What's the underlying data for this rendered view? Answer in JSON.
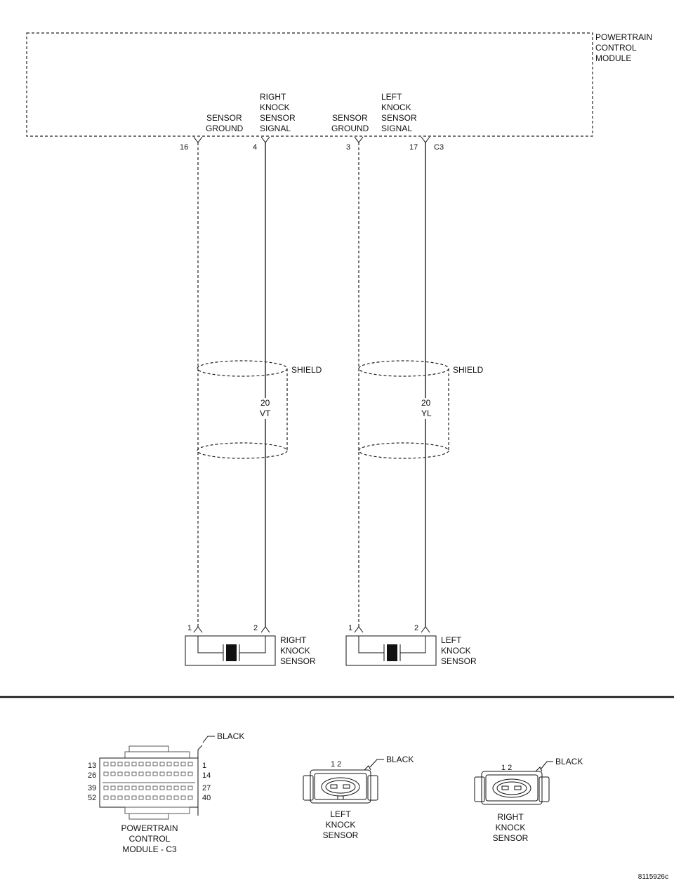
{
  "pcm": {
    "label": [
      "POWERTRAIN",
      "CONTROL",
      "MODULE"
    ]
  },
  "circuits": [
    {
      "label": [
        "SENSOR",
        "GROUND"
      ],
      "pin": "16"
    },
    {
      "label": [
        "RIGHT",
        "KNOCK",
        "SENSOR",
        "SIGNAL"
      ],
      "pin": "4"
    },
    {
      "label": [
        "SENSOR",
        "GROUND"
      ],
      "pin": "3"
    },
    {
      "label": [
        "LEFT",
        "KNOCK",
        "SENSOR",
        "SIGNAL"
      ],
      "pin": "17"
    }
  ],
  "connector_id": "C3",
  "shield_label": "SHIELD",
  "wires": [
    {
      "gauge": "20",
      "color": "VT"
    },
    {
      "gauge": "20",
      "color": "YL"
    }
  ],
  "sensors": [
    {
      "label": [
        "RIGHT",
        "KNOCK",
        "SENSOR"
      ],
      "pin1": "1",
      "pin2": "2"
    },
    {
      "label": [
        "LEFT",
        "KNOCK",
        "SENSOR"
      ],
      "pin1": "1",
      "pin2": "2"
    }
  ],
  "connectors": {
    "pcm": {
      "color": "BLACK",
      "label": [
        "POWERTRAIN",
        "CONTROL",
        "MODULE - C3"
      ],
      "left_pins": [
        "13",
        "26",
        "39",
        "52"
      ],
      "right_pins": [
        "1",
        "14",
        "27",
        "40"
      ]
    },
    "left_sensor": {
      "color": "BLACK",
      "pins": "1  2",
      "label": [
        "LEFT",
        "KNOCK",
        "SENSOR"
      ]
    },
    "right_sensor": {
      "color": "BLACK",
      "pins": "1  2",
      "label": [
        "RIGHT",
        "KNOCK",
        "SENSOR"
      ]
    }
  },
  "figure_id": "8115926c"
}
